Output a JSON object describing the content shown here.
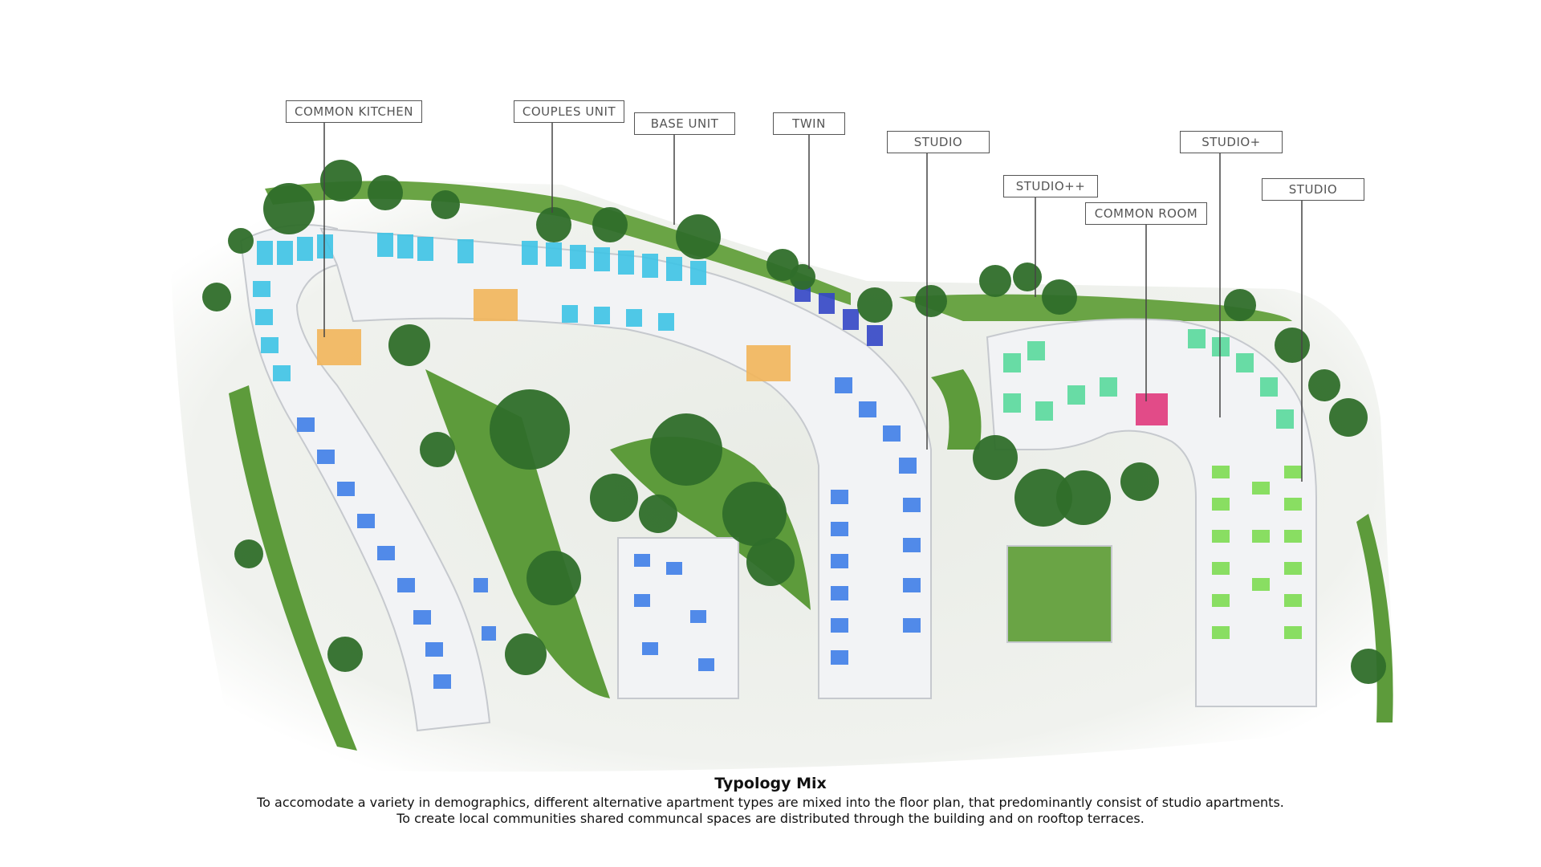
{
  "callouts": [
    {
      "id": "common-kitchen",
      "label": "COMMON KITCHEN"
    },
    {
      "id": "couples-unit",
      "label": "COUPLES UNIT"
    },
    {
      "id": "base-unit",
      "label": "BASE UNIT"
    },
    {
      "id": "twin",
      "label": "TWIN"
    },
    {
      "id": "studio-1",
      "label": "STUDIO"
    },
    {
      "id": "studio-pp",
      "label": "STUDIO++"
    },
    {
      "id": "common-room",
      "label": "COMMON ROOM"
    },
    {
      "id": "studio-plus",
      "label": "STUDIO+"
    },
    {
      "id": "studio-2",
      "label": "STUDIO"
    }
  ],
  "caption": {
    "title": "Typology Mix",
    "line1": "To accomodate a variety in demographics, different alternative apartment types are mixed into the floor plan, that predominantly consist of studio apartments.",
    "line2": "To create local communities shared communcal spaces are distributed through the building and on rooftop terraces."
  },
  "colors": {
    "studio_cyan": "#3dc3e6",
    "studio_blue": "#3f7ee8",
    "twin_navy": "#3346c6",
    "common_kitchen_orange": "#f2b55a",
    "common_room_magenta": "#e0387c",
    "studio_plus_mint": "#59d99c",
    "studio_pp_lime": "#7ddc52",
    "lawn": "#5a9a3a",
    "tree": "#2f6e2a"
  }
}
